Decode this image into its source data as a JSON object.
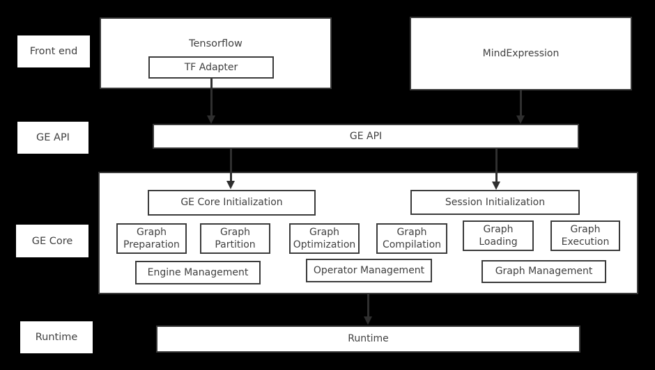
{
  "palette": {
    "background": "#000000",
    "box_fill": "#ffffff",
    "box_border": "#3a3a3a",
    "text": "#3f3f3f",
    "arrow": "#2f2f2f"
  },
  "row_labels": {
    "front_end": "Front end",
    "ge_api": "GE API",
    "ge_core": "GE Core",
    "runtime": "Runtime"
  },
  "front_end": {
    "tensorflow": {
      "label": "Tensorflow",
      "adapter_label": "TF Adapter"
    },
    "mindexpression": {
      "label": "MindExpression"
    }
  },
  "ge_api_bar": {
    "label": "GE API"
  },
  "ge_core": {
    "init_row": [
      {
        "label": "GE Core Initialization"
      },
      {
        "label": "Session Initialization"
      }
    ],
    "module_row": [
      {
        "label": "Graph Preparation"
      },
      {
        "label": "Graph Partition"
      },
      {
        "label": "Graph Optimization"
      },
      {
        "label": "Graph Compilation"
      },
      {
        "label": "Graph Loading"
      },
      {
        "label": "Graph Execution"
      }
    ],
    "management_row": [
      {
        "label": "Engine Management"
      },
      {
        "label": "Operator Management"
      },
      {
        "label": "Graph Management"
      }
    ]
  },
  "runtime_bar": {
    "label": "Runtime"
  },
  "connectors": [
    {
      "from": "tf-adapter",
      "to": "ge-api-bar"
    },
    {
      "from": "mindexpression",
      "to": "ge-api-bar"
    },
    {
      "from": "ge-api-bar",
      "to": "ge-core-initialization"
    },
    {
      "from": "ge-api-bar",
      "to": "session-initialization"
    },
    {
      "from": "ge-core-container",
      "to": "runtime-bar"
    }
  ]
}
